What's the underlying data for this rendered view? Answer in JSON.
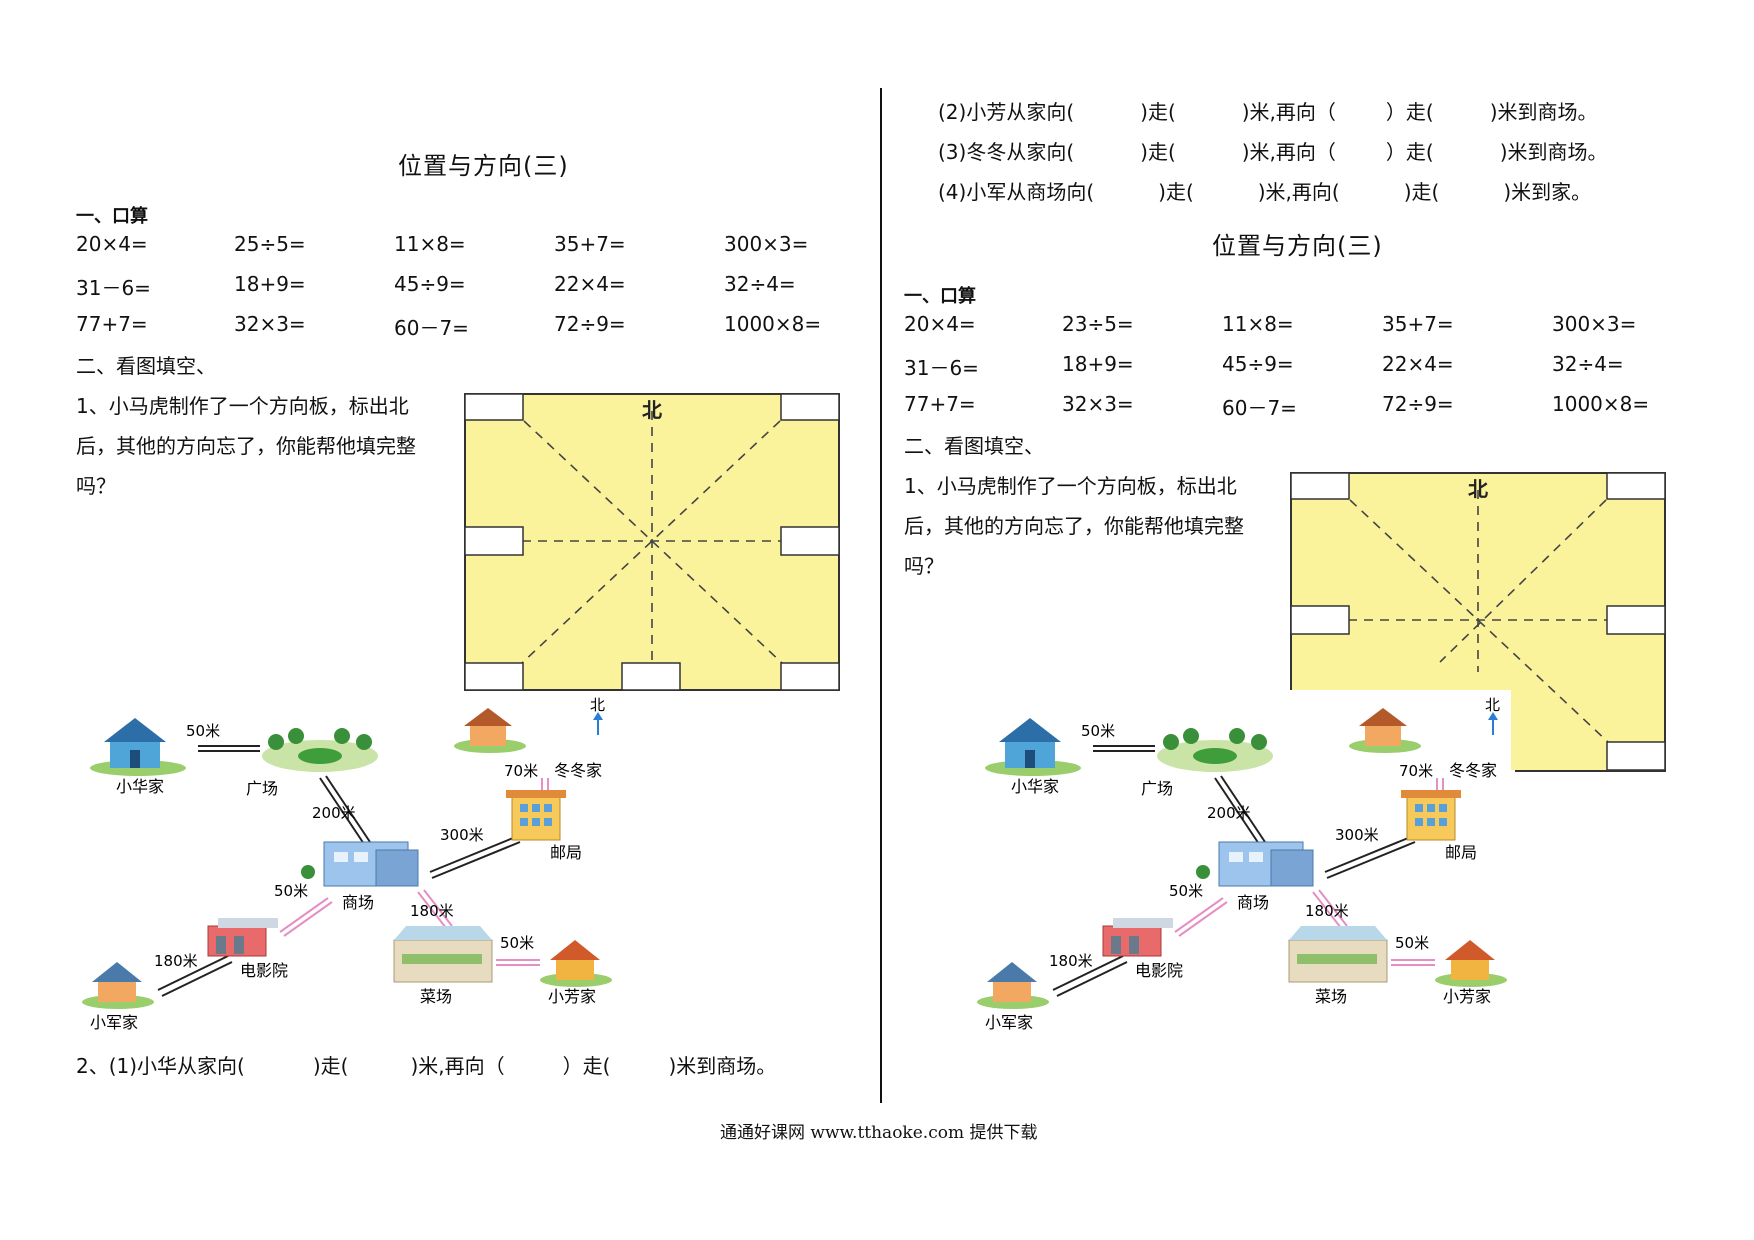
{
  "title": "位置与方向(三)",
  "section1": "一、口算",
  "oral_rows_left": [
    [
      "20×4=",
      "25÷5=",
      "11×8=",
      "35+7=",
      "300×3="
    ],
    [
      "31－6=",
      "18+9=",
      "45÷9=",
      "22×4=",
      "32÷4="
    ],
    [
      "77+7=",
      "32×3=",
      "60－7=",
      "72÷9=",
      "1000×8="
    ]
  ],
  "oral_rows_right": [
    [
      "20×4=",
      "23÷5=",
      "11×8=",
      "35+7=",
      "300×3="
    ],
    [
      "31－6=",
      "18+9=",
      "45÷9=",
      "22×4=",
      "32÷4="
    ],
    [
      "77+7=",
      "32×3=",
      "60－7=",
      "72÷9=",
      "1000×8="
    ]
  ],
  "section2": "二、看图填空、",
  "q1_lines": [
    "1、小马虎制作了一个方向板，标出北",
    "后，其他的方向忘了，你能帮他填完整",
    "吗？"
  ],
  "compass_north": "北",
  "map": {
    "north_label": "北",
    "places": {
      "xiaohua": "小华家",
      "guangchang": "广场",
      "dongdong": "冬冬家",
      "youju": "邮局",
      "shangchang": "商场",
      "dianyingyuan": "电影院",
      "xiaojun": "小军家",
      "caichang": "菜场",
      "xiaofang": "小芳家"
    },
    "distances": {
      "xh_gc": "50米",
      "gc_sc": "200米",
      "dd_yj": "70米",
      "sc_yj": "300米",
      "sc_dy": "50米",
      "sc_cc": "180米",
      "dy_xj": "180米",
      "cc_xf": "50米"
    }
  },
  "q2": {
    "p1": {
      "t1": "2、(1)小华从家向(",
      "t2": ")走(",
      "t3": ")米,再向（",
      "t4": "）走(",
      "t5": ")米到商场。"
    },
    "p2": {
      "t1": "(2)小芳从家向(",
      "t2": ")走(",
      "t3": ")米,再向（",
      "t4": "）走(",
      "t5": ")米到商场。"
    },
    "p3": {
      "t1": "(3)冬冬从家向(",
      "t2": ")走(",
      "t3": ")米,再向（",
      "t4": "）走(",
      "t5": ")米到商场。"
    },
    "p4": {
      "t1": "(4)小军从商场向(",
      "t2": ")走(",
      "t3": ")米,再向(",
      "t4": ")走(",
      "t5": ")米到家。"
    }
  },
  "footer": "通通好课网 www.tthaoke.com 提供下载",
  "colors": {
    "board_fill": "#fbf39c",
    "map_road_pink": "#e58fc4"
  }
}
